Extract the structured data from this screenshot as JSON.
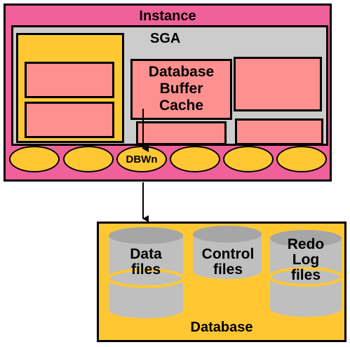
{
  "instance": {
    "title": "Instance",
    "sga": {
      "title": "SGA",
      "buffer_cache_label_lines": [
        "Database",
        "Buffer",
        "Cache"
      ]
    },
    "processes": [
      {
        "label": ""
      },
      {
        "label": ""
      },
      {
        "label": "DBWn"
      },
      {
        "label": ""
      },
      {
        "label": ""
      },
      {
        "label": ""
      }
    ]
  },
  "database": {
    "title": "Database",
    "files": [
      {
        "label_lines": [
          "Data",
          "files"
        ]
      },
      {
        "label_lines": [
          "Control",
          "files"
        ]
      },
      {
        "label_lines": [
          "Redo",
          "Log",
          "files"
        ]
      }
    ]
  },
  "colors": {
    "instance_bg": "#f0609a",
    "sga_bg": "#cccccc",
    "memory_box": "#ff9090",
    "yellow": "#ffc832",
    "cylinder": "#bfbfbf"
  }
}
